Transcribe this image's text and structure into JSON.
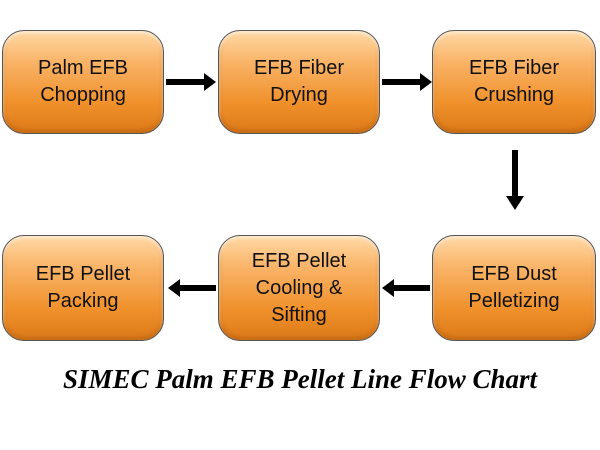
{
  "diagram": {
    "nodes": [
      {
        "id": "n1",
        "label": "Palm EFB\nChopping"
      },
      {
        "id": "n2",
        "label": "EFB Fiber\nDrying"
      },
      {
        "id": "n3",
        "label": "EFB Fiber\nCrushing"
      },
      {
        "id": "n4",
        "label": "EFB Pellet\nPacking"
      },
      {
        "id": "n5",
        "label": "EFB Pellet\nCooling &\nSifting"
      },
      {
        "id": "n6",
        "label": "EFB Dust\nPelletizing"
      }
    ],
    "edges": [
      {
        "from": "n1",
        "to": "n2"
      },
      {
        "from": "n2",
        "to": "n3"
      },
      {
        "from": "n3",
        "to": "n6"
      },
      {
        "from": "n6",
        "to": "n5"
      },
      {
        "from": "n5",
        "to": "n4"
      }
    ],
    "title": "SIMEC Palm EFB Pellet Line Flow Chart",
    "colors": {
      "node_fill": "#f0912c",
      "node_border": "#555555",
      "arrow": "#000000"
    }
  }
}
